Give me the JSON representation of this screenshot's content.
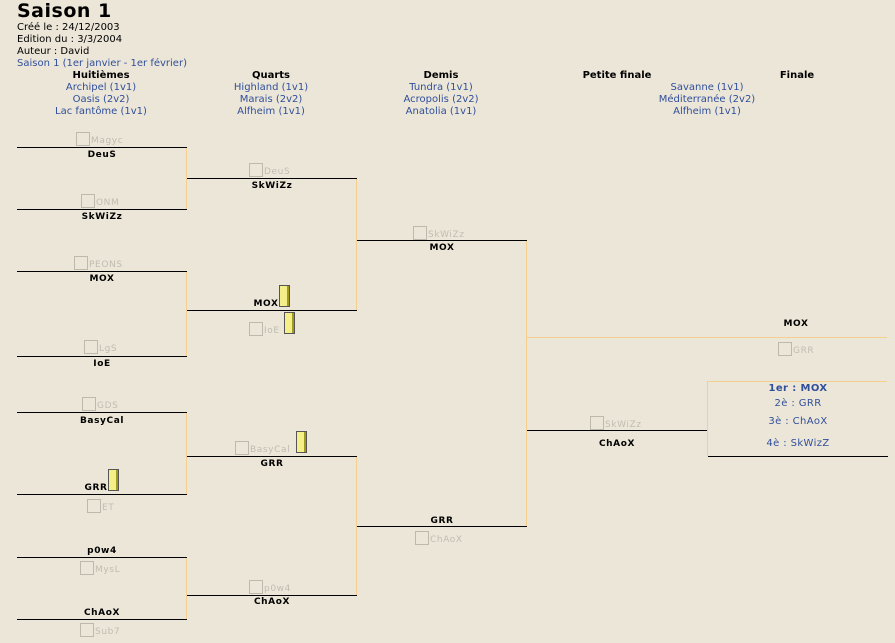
{
  "header": {
    "title": "Saison 1",
    "created": "Créé le : 24/12/2003",
    "edited": "Edition du : 3/3/2004",
    "author": "Auteur : David",
    "season": "Saison 1 (1er janvier - 1er février)"
  },
  "columns": [
    {
      "title": "Huitièmes",
      "maps": [
        "Archipel (1v1)",
        "Oasis (2v2)",
        "Lac fantôme (1v1)"
      ]
    },
    {
      "title": "Quarts",
      "maps": [
        "Highland (1v1)",
        "Marais (2v2)",
        "Alfheim (1v1)"
      ]
    },
    {
      "title": "Demis",
      "maps": [
        "Tundra (1v1)",
        "Acropolis (2v2)",
        "Anatolia (1v1)"
      ]
    },
    {
      "title": "Petite finale",
      "maps": []
    },
    {
      "title": "Finale",
      "maps": []
    }
  ],
  "finale_maps": [
    "Savanne (1v1)",
    "Méditerranée (2v2)",
    "Alfheim (1v1)"
  ],
  "round1": [
    {
      "winner": "DeuS",
      "loser": "Magyc"
    },
    {
      "winner": "SkWiZz",
      "loser": "ONM"
    },
    {
      "winner": "MOX",
      "loser": "PEONS"
    },
    {
      "winner": "IoE",
      "loser": "LgS"
    },
    {
      "winner": "BasyCal",
      "loser": "GDS"
    },
    {
      "winner": "GRR",
      "loser": "ET"
    },
    {
      "winner": "p0w4",
      "loser": "MysL"
    },
    {
      "winner": "ChAoX",
      "loser": "Sub7"
    }
  ],
  "round2": [
    {
      "winner": "SkWiZz",
      "loser": "DeuS"
    },
    {
      "winner": "MOX",
      "loser": "IoE"
    },
    {
      "winner": "GRR",
      "loser": "BasyCal"
    },
    {
      "winner": "ChAoX",
      "loser": "p0w4"
    }
  ],
  "round3": [
    {
      "winner": "MOX",
      "loser": "SkWiZz"
    },
    {
      "winner": "GRR",
      "loser": "ChAoX"
    }
  ],
  "petite_finale": {
    "winner": "ChAoX",
    "loser": "SkWiZz"
  },
  "finale": {
    "winner": "MOX",
    "loser": "GRR"
  },
  "ranking": [
    "1er : MOX",
    "2è : GRR",
    "3è : ChAoX",
    "4è : SkWizZ"
  ]
}
